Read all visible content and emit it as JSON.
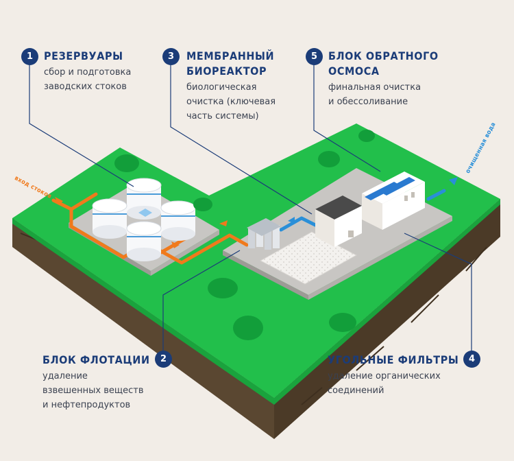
{
  "flow_labels": {
    "inlet": "ВХОД СТОКОВ",
    "outlet": "ОЧИЩЕННАЯ ВОДА"
  },
  "callouts": [
    {
      "number": "1",
      "title": "РЕЗЕРВУАРЫ",
      "desc": [
        "сбор и подготовка",
        "заводских стоков"
      ]
    },
    {
      "number": "2",
      "title": "БЛОК ФЛОТАЦИИ",
      "desc": [
        "удаление",
        "взвешенных веществ",
        "и нефтепродуктов"
      ]
    },
    {
      "number": "3",
      "title_lines": [
        "МЕМБРАННЫЙ",
        "БИОРЕАКТОР"
      ],
      "desc": [
        "биологическая",
        "очистка (ключевая",
        "часть системы)"
      ]
    },
    {
      "number": "4",
      "title": "УГОЛЬНЫЕ ФИЛЬТРЫ",
      "desc": [
        "удаление органических",
        "соединений"
      ]
    },
    {
      "number": "5",
      "title_lines": [
        "БЛОК ОБРАТНОГО",
        "ОСМОСА"
      ],
      "desc": [
        "финальная очистка",
        "и обессоливание"
      ]
    }
  ],
  "colors": {
    "background": "#f2ede7",
    "grass": "#21c04a",
    "soil": "#5e4b33",
    "accent_blue": "#1b3c78",
    "inlet_pipe": "#f07a1c",
    "clean_pipe": "#2a8fd8"
  }
}
